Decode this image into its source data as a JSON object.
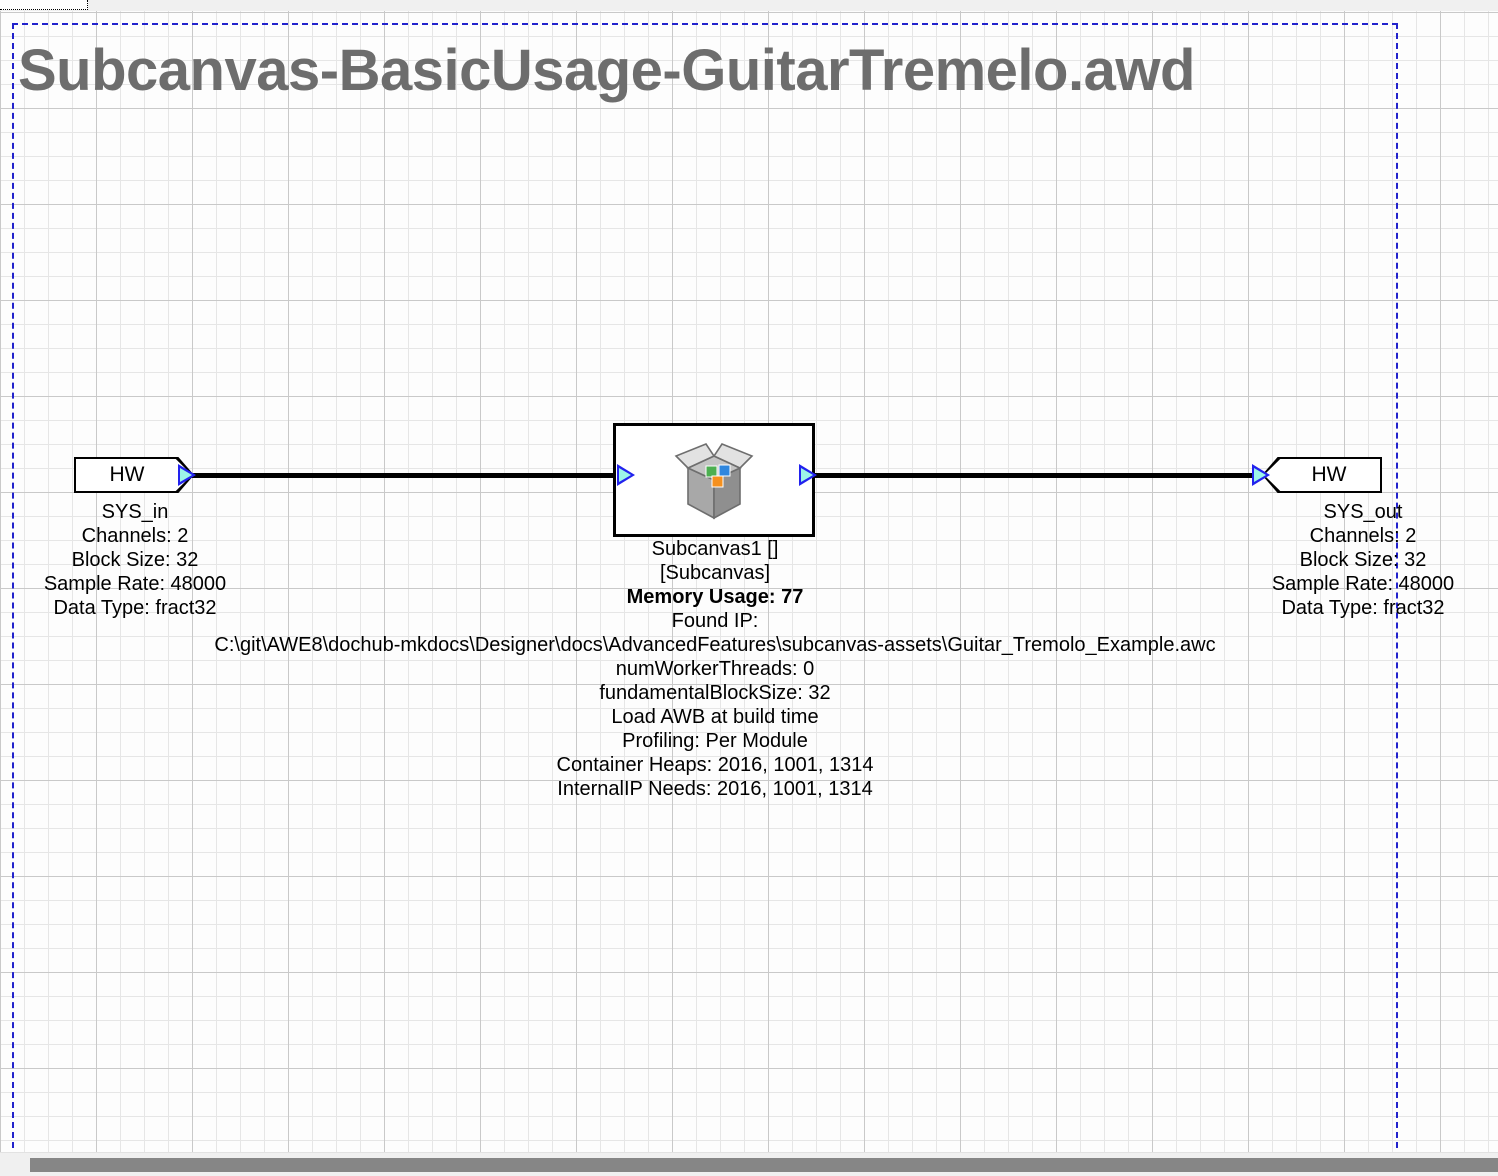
{
  "window": {
    "title": "Subcanvas-BasicUsage-GuitarTremelo.awd",
    "focus_tab_label": ""
  },
  "colors": {
    "title_gray": "#6d6d6d",
    "page_boundary_blue": "#2222cc",
    "port_outline_blue": "#2222ee",
    "port_fill_cyan": "#9cf5e8",
    "wire_black": "#000000",
    "grid_minor": "#e6e6e6",
    "grid_major": "#c9c9c9",
    "icon_green": "#4caf50",
    "icon_blue": "#2e86de",
    "icon_orange": "#f5901e",
    "icon_box_light": "#e0e0e0",
    "icon_box_mid": "#bdbdbd",
    "icon_box_dark": "#9e9e9e"
  },
  "nodes": {
    "sys_in": {
      "block_label": "HW",
      "name": "SYS_in",
      "properties": [
        "Channels: 2",
        "Block Size: 32",
        "Sample Rate: 48000",
        "Data Type: fract32"
      ]
    },
    "sys_out": {
      "block_label": "HW",
      "name": "SYS_out",
      "properties": [
        "Channels: 2",
        "Block Size: 32",
        "Sample Rate: 48000",
        "Data Type: fract32"
      ]
    },
    "subcanvas": {
      "icon_name": "open-box-icon",
      "name": "Subcanvas1 []",
      "type": "[Subcanvas]",
      "memory_usage": "Memory Usage: 77",
      "found_ip_label": "Found IP:",
      "found_ip_path": "C:\\git\\AWE8\\dochub-mkdocs\\Designer\\docs\\AdvancedFeatures\\subcanvas-assets\\Guitar_Tremolo_Example.awc",
      "num_worker_threads": "numWorkerThreads: 0",
      "fundamental_block_size": "fundamentalBlockSize: 32",
      "load_awb": "Load AWB at build time",
      "profiling": "Profiling: Per Module",
      "container_heaps": "Container Heaps: 2016, 1001, 1314",
      "internal_ip_needs": "InternalIP Needs: 2016, 1001, 1314"
    }
  },
  "ports": {
    "sys_in_output": "output-port",
    "subcanvas_input": "input-port",
    "subcanvas_output": "output-port",
    "sys_out_input": "input-port"
  },
  "scrollbar": {
    "orientation": "horizontal",
    "thumb_name": "horizontal-scrollbar-thumb"
  }
}
